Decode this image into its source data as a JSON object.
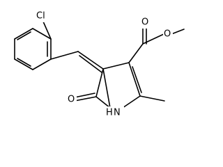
{
  "molecule": {
    "atom_labels": {
      "chlorine": "Cl",
      "ester_oxygen": "O",
      "lactam_oxygen": "O",
      "nitrogen": "N",
      "nitrogen_hydrogen": "H"
    },
    "colors": {
      "bond": "#000000",
      "label": "#000000",
      "background": "#ffffff"
    }
  }
}
